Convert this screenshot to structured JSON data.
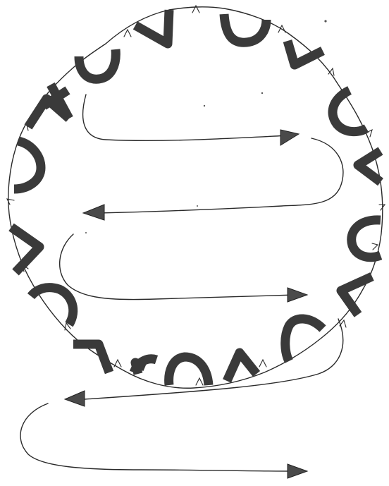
{
  "figure": {
    "ring_segments": [
      {
        "shape": "V",
        "style": "bold"
      },
      {
        "shape": "U",
        "style": "bold"
      },
      {
        "shape": "V",
        "style": "bold"
      },
      {
        "shape": "U",
        "style": "bold"
      },
      {
        "shape": "V",
        "style": "bold"
      },
      {
        "shape": "U",
        "style": "bold"
      },
      {
        "shape": "V",
        "style": "bold"
      },
      {
        "shape": "U",
        "style": "bold"
      },
      {
        "shape": "V",
        "style": "bold"
      },
      {
        "shape": "U",
        "style": "bold"
      },
      {
        "shape": "V",
        "style": "bold"
      },
      {
        "shape": "U",
        "style": "bold"
      },
      {
        "shape": "V",
        "style": "bold"
      },
      {
        "shape": "U",
        "style": "bold"
      },
      {
        "shape": "V",
        "style": "bold"
      },
      {
        "shape": "U",
        "style": "bold"
      },
      {
        "shape": "V",
        "style": "bold"
      },
      {
        "shape": "U",
        "style": "bold"
      },
      {
        "shape": "V",
        "style": "bold"
      },
      {
        "shape": "U",
        "style": "bold"
      }
    ],
    "serpentine_direction": [
      "right",
      "left",
      "right",
      "left",
      "right"
    ],
    "colors": {
      "ink": "#2a2a2a",
      "bold": "#3a3a3a",
      "paper": "#ffffff"
    }
  }
}
